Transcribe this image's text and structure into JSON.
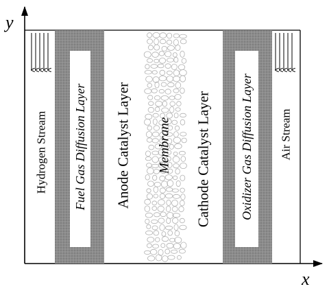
{
  "axes": {
    "x_label": "x",
    "y_label": "y"
  },
  "layers": {
    "hydrogen_stream": "Hydrogen Stream",
    "fuel_gdl": "Fuel Gas Diffusion Layer",
    "anode_cl": "Anode Catalyst Layer",
    "membrane": "Membrane",
    "cathode_cl": "Cathode Catalyst Layer",
    "oxidizer_gdl": "Oxidizer Gas Diffusion Layer",
    "air_stream": "Air Stream"
  },
  "colors": {
    "line": "#000000",
    "gdl_fill": "#8c8c8c",
    "inner_box": "#ffffff",
    "membrane_texture": "#b0b0b0"
  }
}
